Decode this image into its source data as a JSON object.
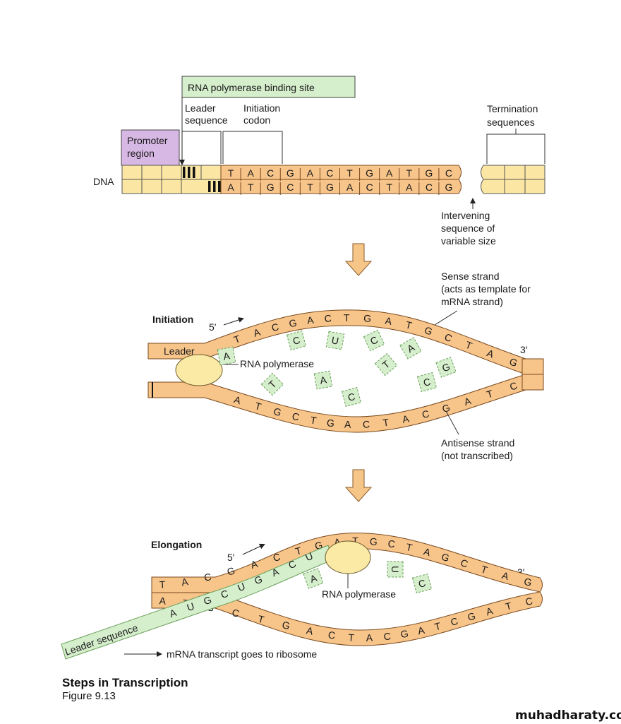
{
  "colors": {
    "strand": "#f7c48a",
    "strand_edge": "#7a4a1e",
    "green": "#d5eecc",
    "green_edge": "#6aa05a",
    "purple": "#d7b8e4",
    "yellow": "#fbe7a3",
    "arrow": "#f6c688"
  },
  "top": {
    "binding_site": "RNA polymerase binding site",
    "leader_1": "Leader",
    "leader_2": "sequence",
    "init_1": "Initiation",
    "init_2": "codon",
    "promoter_1": "Promoter",
    "promoter_2": "region",
    "term_1": "Termination",
    "term_2": "sequences",
    "dna": "DNA",
    "upper_bases": [
      "T",
      "A",
      "C",
      "G",
      "A",
      "C",
      "T",
      "G",
      "A",
      "T",
      "G",
      "C"
    ],
    "lower_bases": [
      "A",
      "T",
      "G",
      "C",
      "T",
      "G",
      "A",
      "C",
      "T",
      "A",
      "C",
      "G"
    ],
    "interv_1": "Intervening",
    "interv_2": "sequence of",
    "interv_3": "variable size"
  },
  "initiation": {
    "title": "Initiation",
    "five": "5′",
    "three": "3′",
    "sense_1": "Sense strand",
    "sense_2": "(acts as template for",
    "sense_3": "mRNA strand)",
    "leader": "Leader",
    "upper_bases": [
      "T",
      "A",
      "C",
      "G",
      "A",
      "C",
      "T",
      "G",
      "A",
      "T",
      "G",
      "C",
      "T",
      "A",
      "G"
    ],
    "lower_bases": [
      "A",
      "T",
      "G",
      "C",
      "T",
      "G",
      "A",
      "C",
      "T",
      "A",
      "C",
      "G",
      "A",
      "T",
      "C"
    ],
    "polymerase": "RNA polymerase",
    "free_bases": [
      "A",
      "C",
      "U",
      "C",
      "A",
      "G",
      "T",
      "A",
      "C",
      "C",
      "T"
    ],
    "anti_1": "Antisense strand",
    "anti_2": "(not transcribed)"
  },
  "elongation": {
    "title": "Elongation",
    "five": "5′",
    "three": "3′",
    "upper_bases": [
      "T",
      "A",
      "C",
      "G",
      "A",
      "C",
      "T",
      "G",
      "A",
      "T",
      "G",
      "C",
      "T",
      "A",
      "G",
      "C",
      "T",
      "A",
      "G"
    ],
    "lower_bases": [
      "A",
      "T",
      "G",
      "C",
      "T",
      "G",
      "A",
      "C",
      "T",
      "A",
      "C",
      "G",
      "A",
      "T",
      "C",
      "G",
      "A",
      "T",
      "C"
    ],
    "mrna_bases": [
      "A",
      "U",
      "G",
      "C",
      "U",
      "G",
      "A",
      "C",
      "U"
    ],
    "leader_seq": "Leader sequence",
    "polymerase": "RNA polymerase",
    "free_bases": [
      "A",
      "U",
      "C"
    ],
    "transcript": "mRNA transcript goes to ribosome"
  },
  "caption": {
    "title": "Steps in Transcription",
    "figure": "Figure 9.13"
  },
  "watermark": "muhadharaty.com"
}
